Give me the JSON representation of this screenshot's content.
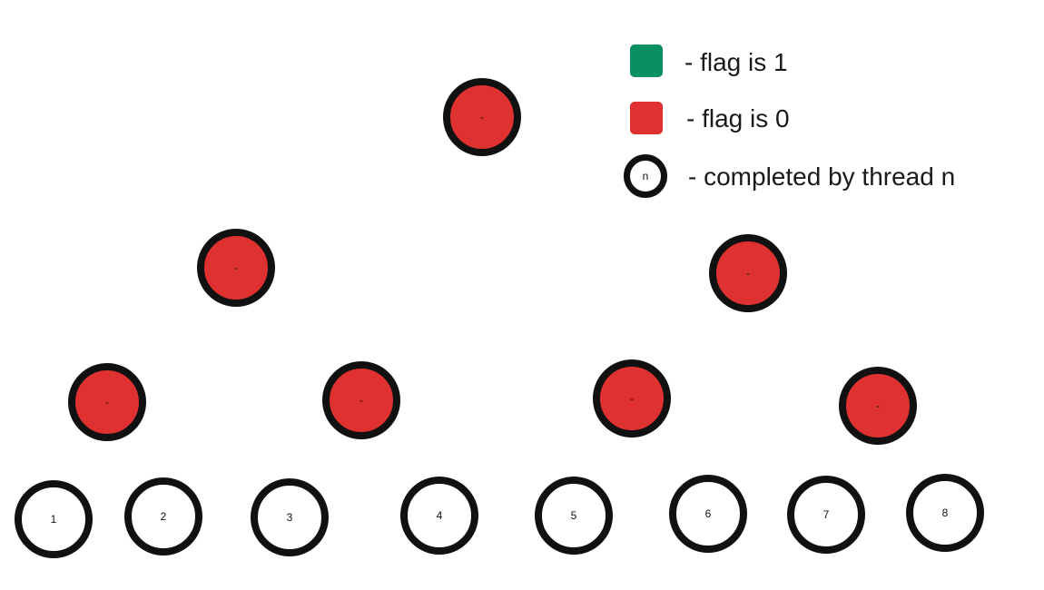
{
  "colors": {
    "flag_one": "#0a8f63",
    "flag_zero": "#e03131",
    "outline": "#111111",
    "completed_fill": "#ffffff"
  },
  "legend": {
    "flag_one_label": "- flag is 1",
    "flag_zero_label": "- flag is 0",
    "completed_symbol": "n",
    "completed_label": "- completed by thread n"
  },
  "tree": {
    "root": {
      "label": "-",
      "flag": 0
    },
    "level1": [
      {
        "label": "-",
        "flag": 0
      },
      {
        "label": "-",
        "flag": 0
      }
    ],
    "level2": [
      {
        "label": "-",
        "flag": 0
      },
      {
        "label": "-",
        "flag": 0
      },
      {
        "label": "-",
        "flag": 0
      },
      {
        "label": "-",
        "flag": 0
      }
    ],
    "leaves": [
      {
        "label": "1"
      },
      {
        "label": "2"
      },
      {
        "label": "3"
      },
      {
        "label": "4"
      },
      {
        "label": "5"
      },
      {
        "label": "6"
      },
      {
        "label": "7"
      },
      {
        "label": "8"
      }
    ]
  }
}
